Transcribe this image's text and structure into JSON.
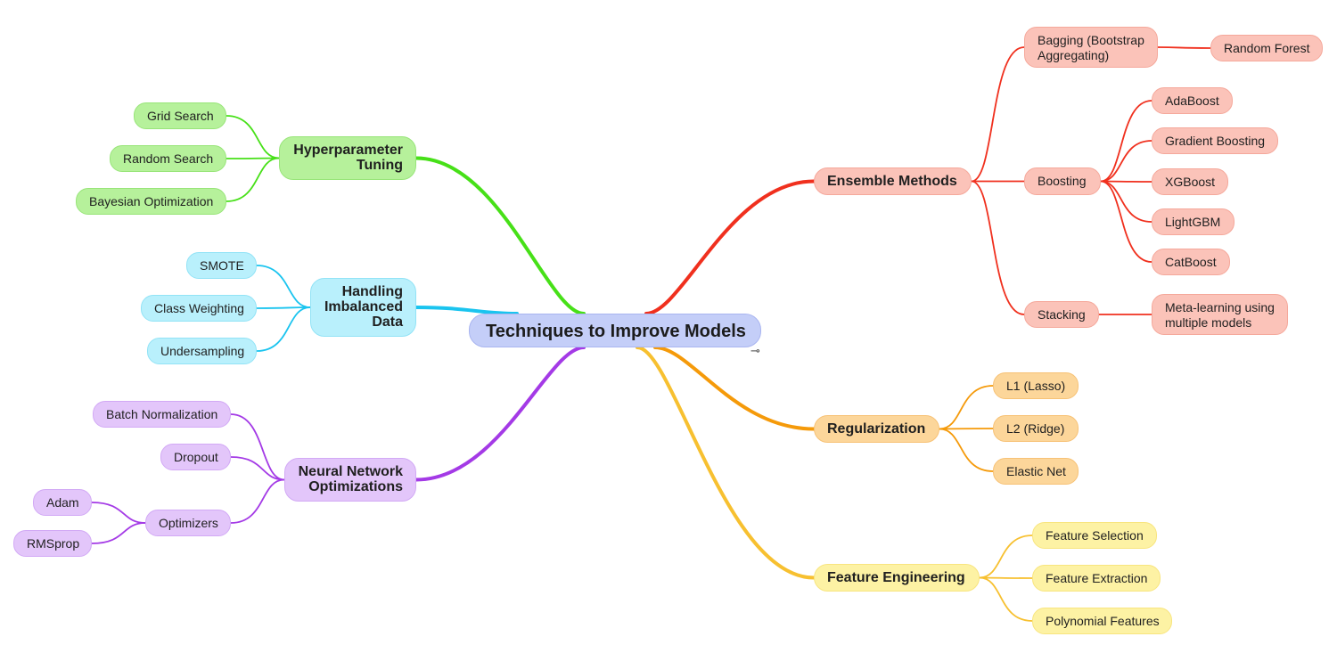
{
  "root": {
    "label": "Techniques to Improve Models"
  },
  "colors": {
    "red": "#f0301e",
    "orange": "#f59a0a",
    "yellow": "#f7c030",
    "green": "#47e018",
    "cyan": "#1ac4ef",
    "purple": "#a43ae6"
  },
  "branches": {
    "ensemble": {
      "label": "Ensemble Methods",
      "bagging": {
        "label": "Bagging (Bootstrap\nAggregating)",
        "random_forest": "Random Forest"
      },
      "boosting": {
        "label": "Boosting",
        "items": [
          "AdaBoost",
          "Gradient Boosting",
          "XGBoost",
          "LightGBM",
          "CatBoost"
        ]
      },
      "stacking": {
        "label": "Stacking",
        "meta": "Meta-learning using\nmultiple models"
      }
    },
    "regularization": {
      "label": "Regularization",
      "items": [
        "L1 (Lasso)",
        "L2 (Ridge)",
        "Elastic Net"
      ]
    },
    "feature_engineering": {
      "label": "Feature Engineering",
      "items": [
        "Feature Selection",
        "Feature Extraction",
        "Polynomial Features"
      ]
    },
    "hyperparameter": {
      "label": "Hyperparameter\nTuning",
      "items": [
        "Grid Search",
        "Random Search",
        "Bayesian Optimization"
      ]
    },
    "imbalanced": {
      "label": "Handling\nImbalanced\nData",
      "items": [
        "SMOTE",
        "Class Weighting",
        "Undersampling"
      ]
    },
    "neural": {
      "label": "Neural Network\nOptimizations",
      "items": [
        "Batch Normalization",
        "Dropout"
      ],
      "optimizers": {
        "label": "Optimizers",
        "items": [
          "Adam",
          "RMSprop"
        ]
      }
    }
  },
  "controls": {
    "collapse_icon": "⊸"
  }
}
